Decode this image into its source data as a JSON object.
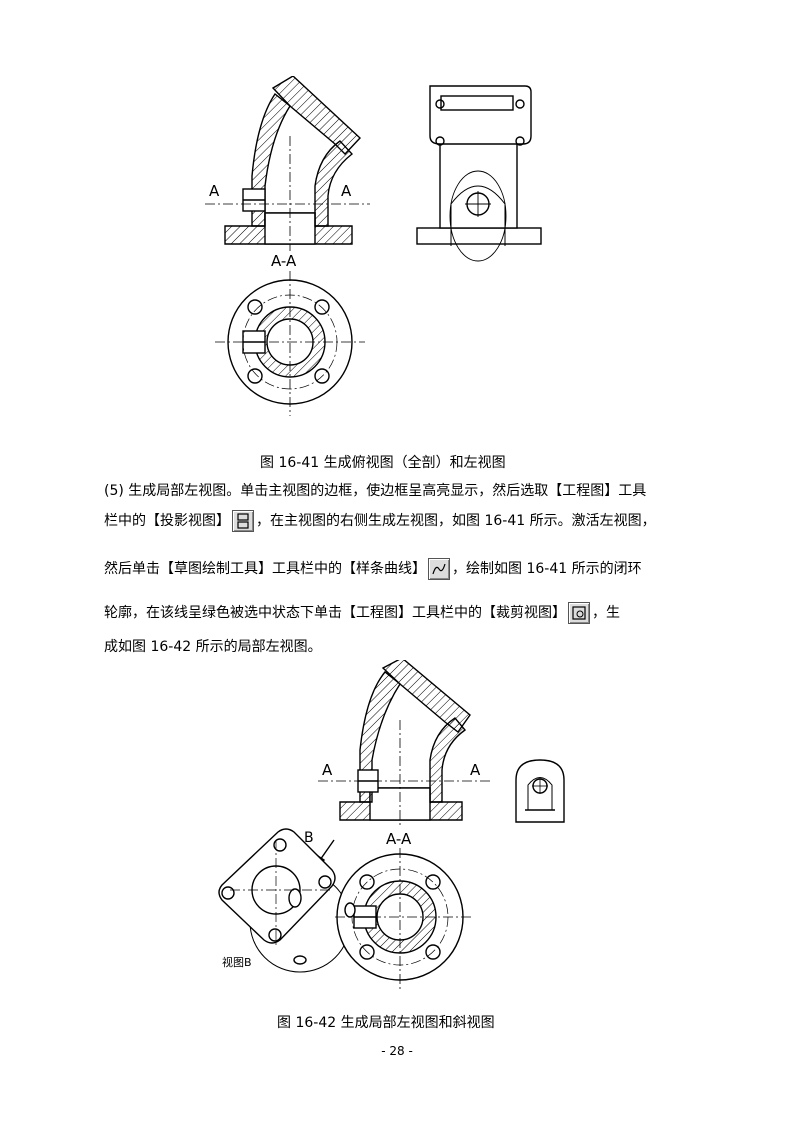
{
  "figure1": {
    "section_label_left": "A",
    "section_label_right": "A",
    "section_view_title": "A-A",
    "caption": "图 16-41 生成俯视图（全剖）和左视图"
  },
  "paragraph": {
    "line1": "(5) 生成局部左视图。单击主视图的边框，使边框呈高亮显示，然后选取【工程图】工具",
    "line2_before": "栏中的【投影视图】",
    "line2_after": "，在主视图的右侧生成左视图，如图 16-41 所示。激活左视图，",
    "line3_before": "然后单击【草图绘制工具】工具栏中的【样条曲线】",
    "line3_after": "，绘制如图 16-41 所示的闭环",
    "line4_before": "轮廓，在该线呈绿色被选中状态下单击【工程图】工具栏中的【裁剪视图】",
    "line4_after": "，生",
    "line5": "成如图 16-42 所示的局部左视图。",
    "icons": [
      "projected-view-icon",
      "spline-icon",
      "crop-view-icon"
    ]
  },
  "figure2": {
    "section_label_left": "A",
    "section_label_right": "A",
    "section_view_title": "A-A",
    "arrow_label": "B",
    "aux_view_label": "视图B",
    "caption": "图 16-42 生成局部左视图和斜视图"
  },
  "page_number": "- 28 -"
}
